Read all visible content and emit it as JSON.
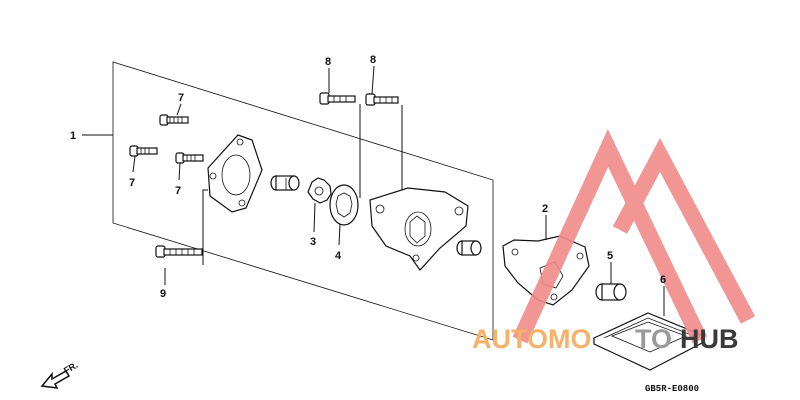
{
  "diagram": {
    "callouts": {
      "c1": "1",
      "c2": "2",
      "c3": "3",
      "c4": "4",
      "c5": "5",
      "c6": "6",
      "c7a": "7",
      "c7b": "7",
      "c7c": "7",
      "c8a": "8",
      "c8b": "8",
      "c9": "9"
    },
    "code": "GB5R-E0800",
    "direction_label": "FR."
  },
  "watermark": {
    "text_orange": "AUTOMO",
    "text_gray": "TO",
    "text_dark": "HUB",
    "color_orange": "#f5b26b",
    "color_red": "#f08a8a",
    "color_gray": "#9a9a9a"
  }
}
